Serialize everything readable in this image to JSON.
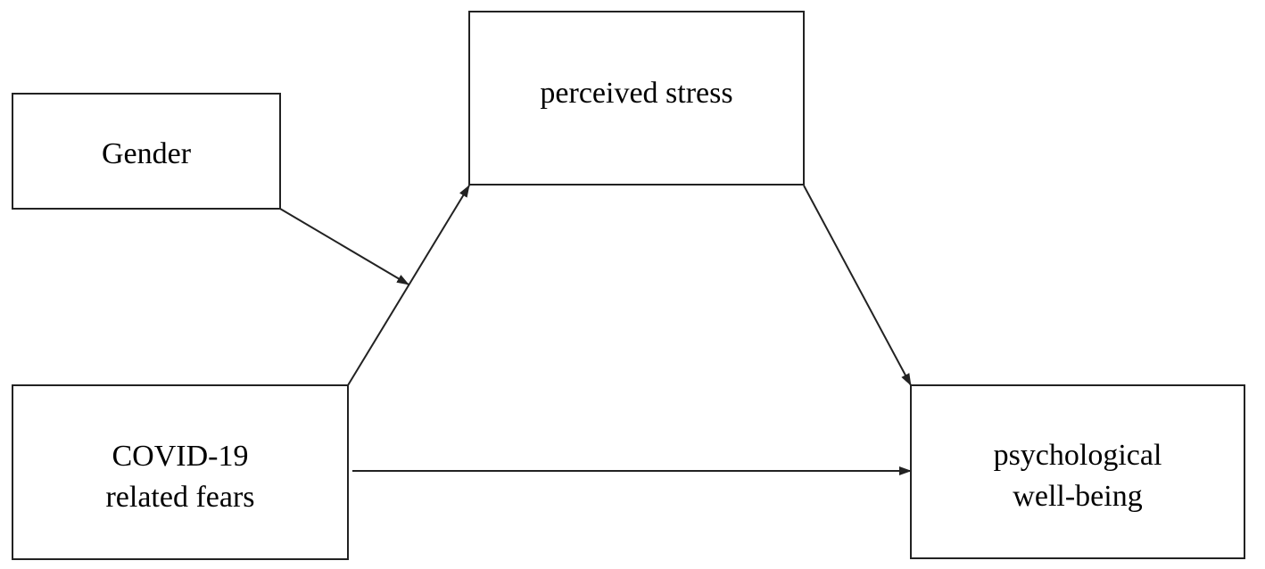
{
  "diagram": {
    "nodes": {
      "gender": {
        "lines": [
          "Gender"
        ]
      },
      "perceived_stress": {
        "lines": [
          "perceived stress"
        ]
      },
      "covid_fears": {
        "lines": [
          "COVID-19",
          "related fears"
        ]
      },
      "wellbeing": {
        "lines": [
          "psychological",
          "well-being"
        ]
      }
    },
    "edges": [
      {
        "from": "covid_fears",
        "to": "perceived_stress"
      },
      {
        "from": "perceived_stress",
        "to": "wellbeing"
      },
      {
        "from": "covid_fears",
        "to": "wellbeing"
      },
      {
        "from": "gender",
        "to": "covid_fears->perceived_stress"
      }
    ],
    "colors": {
      "line": "#222222",
      "text": "#000000",
      "background": "#ffffff"
    }
  }
}
